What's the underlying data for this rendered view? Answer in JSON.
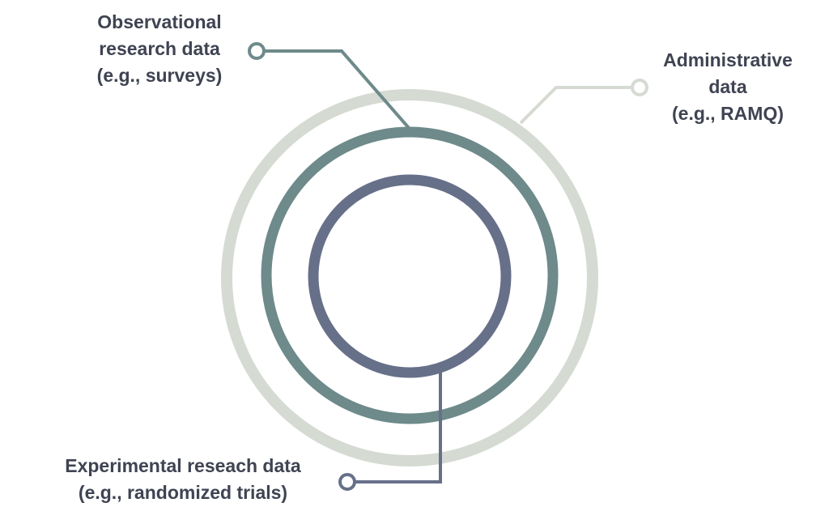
{
  "colors": {
    "administrative": "#d5dad2",
    "observational": "#6e8a8a",
    "experimental": "#677089",
    "text": "#3f4352"
  },
  "labels": {
    "observational": [
      "Observational",
      "research data",
      "(e.g., surveys)"
    ],
    "administrative": [
      "Administrative",
      "data",
      "(e.g., RAMQ)"
    ],
    "experimental": [
      "Experimental reseach data",
      "(e.g., randomized trials)"
    ]
  }
}
